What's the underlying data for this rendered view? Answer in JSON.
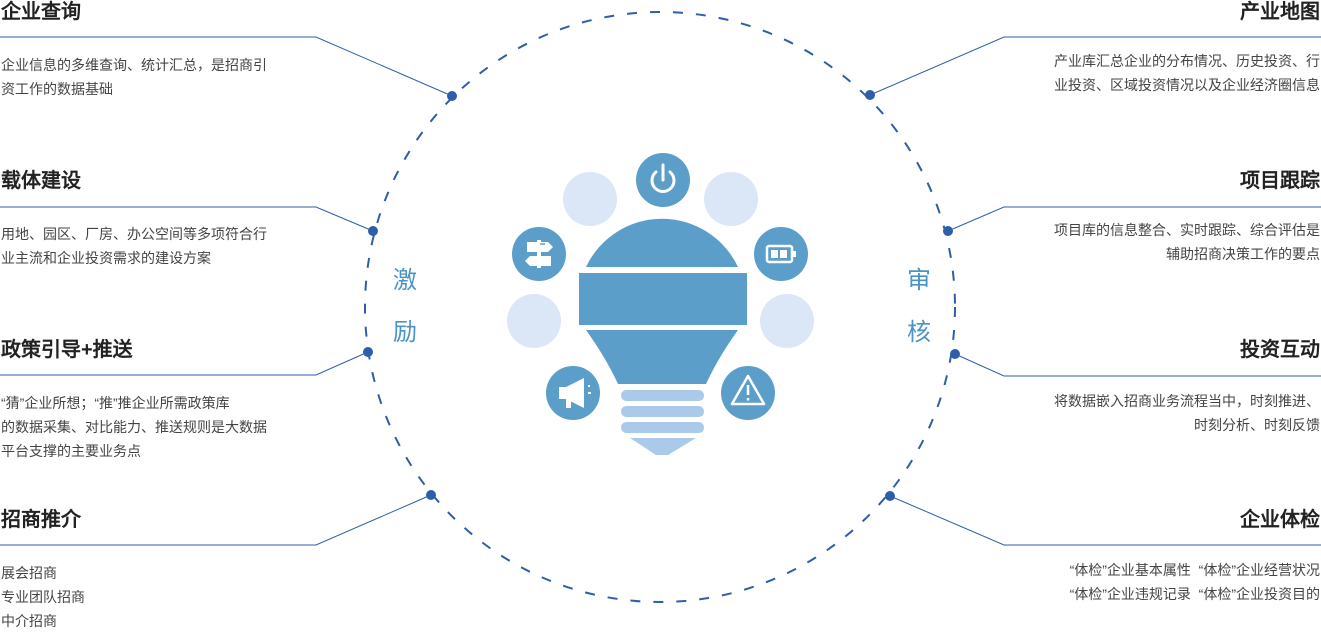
{
  "left": [
    {
      "title": "企业查询",
      "lines": [
        "企业信息的多维查询、统计汇总，是招商引",
        "资工作的数据基础"
      ]
    },
    {
      "title": "载体建设",
      "lines": [
        "用地、园区、厂房、办公空间等多项符合行",
        "业主流和企业投资需求的建设方案"
      ]
    },
    {
      "title": "政策引导+推送",
      "lines": [
        "“猜”企业所想；“推”推企业所需政策库",
        "的数据采集、对比能力、推送规则是大数据",
        "平台支撑的主要业务点"
      ]
    },
    {
      "title": "招商推介",
      "lines": [
        "展会招商",
        "专业团队招商",
        "中介招商"
      ]
    }
  ],
  "right": [
    {
      "title": "产业地图",
      "lines": [
        "产业库汇总企业的分布情况、历史投资、行",
        "业投资、区域投资情况以及企业经济圈信息"
      ]
    },
    {
      "title": "项目跟踪",
      "lines": [
        "项目库的信息整合、实时跟踪、综合评估是",
        "辅助招商决策工作的要点"
      ]
    },
    {
      "title": "投资互动",
      "lines": [
        "将数据嵌入招商业务流程当中，时刻推进、",
        "时刻分析、时刻反馈"
      ]
    },
    {
      "title": "企业体检",
      "lines": [
        "“体检”企业基本属性  “体检”企业经营状况",
        "“体检”企业违规记录  “体检”企业投资目的"
      ]
    }
  ],
  "left_word": [
    "激",
    "励"
  ],
  "right_word": [
    "审",
    "核"
  ],
  "icons": [
    "power-icon",
    "battery-icon",
    "warning-icon",
    "megaphone-icon",
    "signpost-icon"
  ],
  "colors": {
    "accent": "#2f5ea8",
    "bulb": "#5b9ec9",
    "bulb_light": "#a9cbe9",
    "pale": "#dbe7f7",
    "word": "#4a93c7"
  }
}
